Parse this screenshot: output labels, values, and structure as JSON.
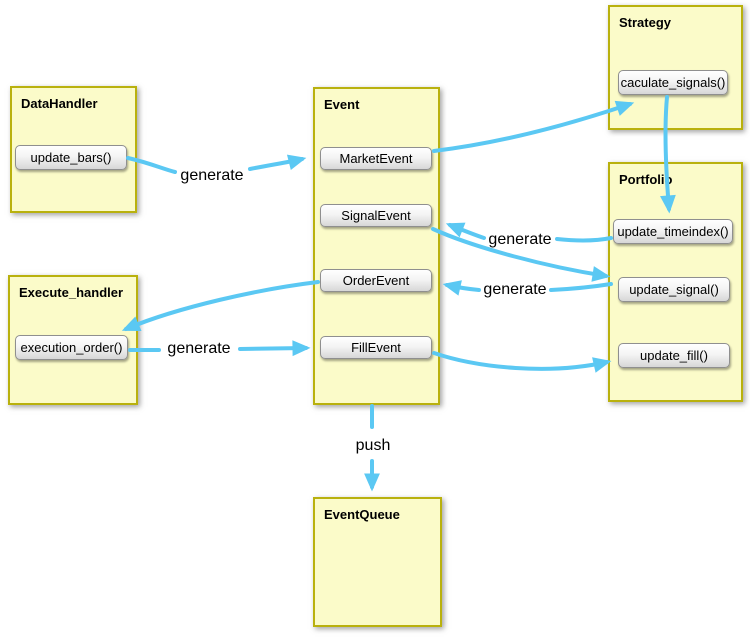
{
  "diagram": {
    "type": "event-driven-backtest-flowchart",
    "colors": {
      "node_fill": "#fbfbc9",
      "node_border": "#b9b10e",
      "arrow": "#5bc8f3",
      "text": "#000000"
    },
    "nodes": [
      {
        "id": "datahandler",
        "title": "DataHandler",
        "methods": [
          "update_bars()"
        ]
      },
      {
        "id": "event",
        "title": "Event",
        "methods": [
          "MarketEvent",
          "SignalEvent",
          "OrderEvent",
          "FillEvent"
        ]
      },
      {
        "id": "strategy",
        "title": "Strategy",
        "methods": [
          "caculate_signals()"
        ]
      },
      {
        "id": "portfolio",
        "title": "Portfolio",
        "methods": [
          "update_timeindex()",
          "update_signal()",
          "update_fill()"
        ]
      },
      {
        "id": "execute_handler",
        "title": "Execute_handler",
        "methods": [
          "execution_order()"
        ]
      },
      {
        "id": "eventqueue",
        "title": "EventQueue",
        "methods": []
      }
    ],
    "labels": [
      {
        "id": "generate-1",
        "text": "generate"
      },
      {
        "id": "generate-2",
        "text": "generate"
      },
      {
        "id": "generate-3",
        "text": "generate"
      },
      {
        "id": "generate-4",
        "text": "generate"
      },
      {
        "id": "push",
        "text": "push"
      }
    ],
    "edges": [
      {
        "from": "update_bars()",
        "to": "MarketEvent",
        "label": "generate"
      },
      {
        "from": "MarketEvent",
        "to": "caculate_signals()",
        "label": ""
      },
      {
        "from": "caculate_signals()",
        "to": "update_timeindex()",
        "label": ""
      },
      {
        "from": "update_timeindex()",
        "to": "SignalEvent",
        "label": "generate"
      },
      {
        "from": "SignalEvent",
        "to": "update_signal()",
        "label": ""
      },
      {
        "from": "update_signal()",
        "to": "OrderEvent",
        "label": "generate"
      },
      {
        "from": "OrderEvent",
        "to": "execution_order()",
        "label": ""
      },
      {
        "from": "execution_order()",
        "to": "FillEvent",
        "label": "generate"
      },
      {
        "from": "FillEvent",
        "to": "update_fill()",
        "label": ""
      },
      {
        "from": "Event",
        "to": "EventQueue",
        "label": "push"
      }
    ]
  }
}
